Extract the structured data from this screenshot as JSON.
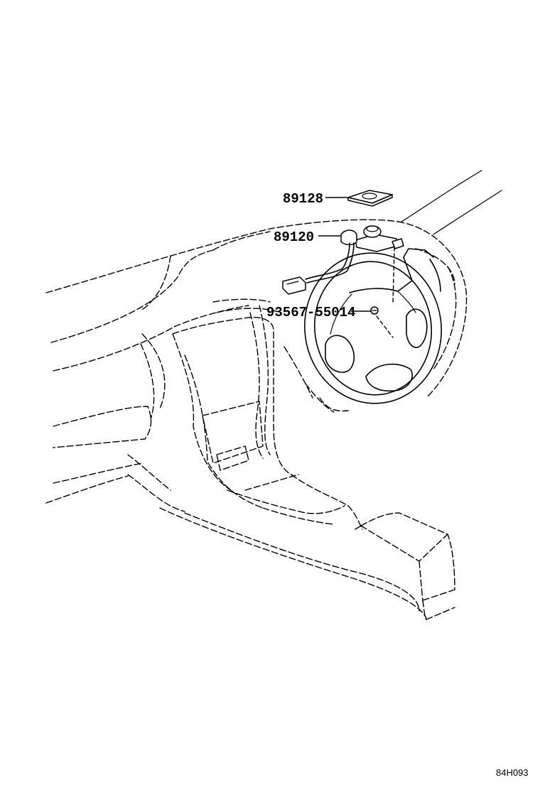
{
  "parts": [
    {
      "number": "89128"
    },
    {
      "number": "89120"
    },
    {
      "number": "93567-55014"
    }
  ],
  "diagram_code": "84H093"
}
